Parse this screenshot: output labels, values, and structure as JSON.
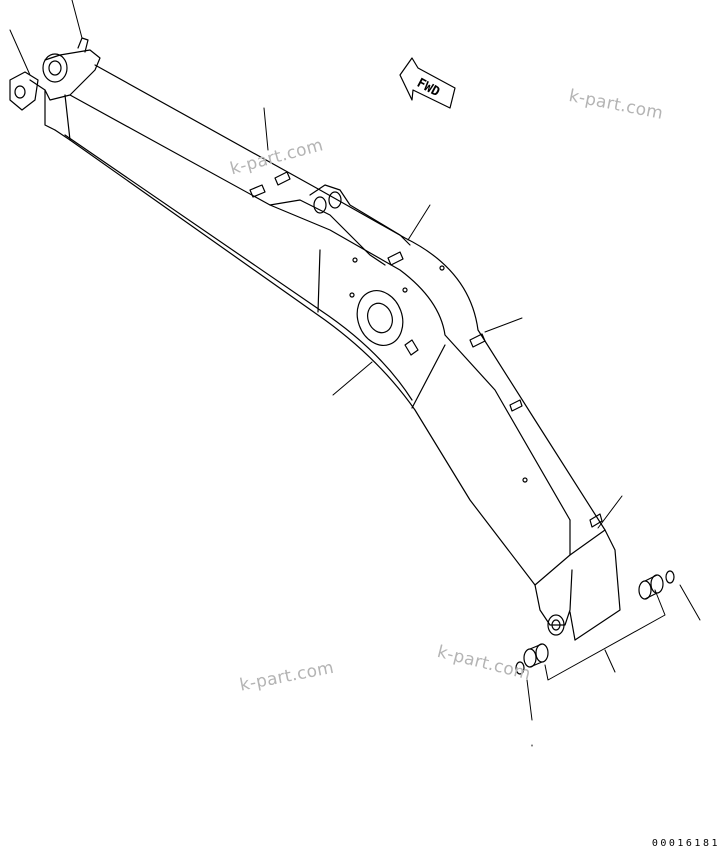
{
  "watermarks": [
    "k-part.com",
    "k-part.com",
    "k-part.com",
    "k-part.com"
  ],
  "fwd_label": "FWD",
  "drawing_code": "00016181",
  "colors": {
    "line": "#000000",
    "watermark": "#b4b4b4",
    "background": "#ffffff"
  }
}
